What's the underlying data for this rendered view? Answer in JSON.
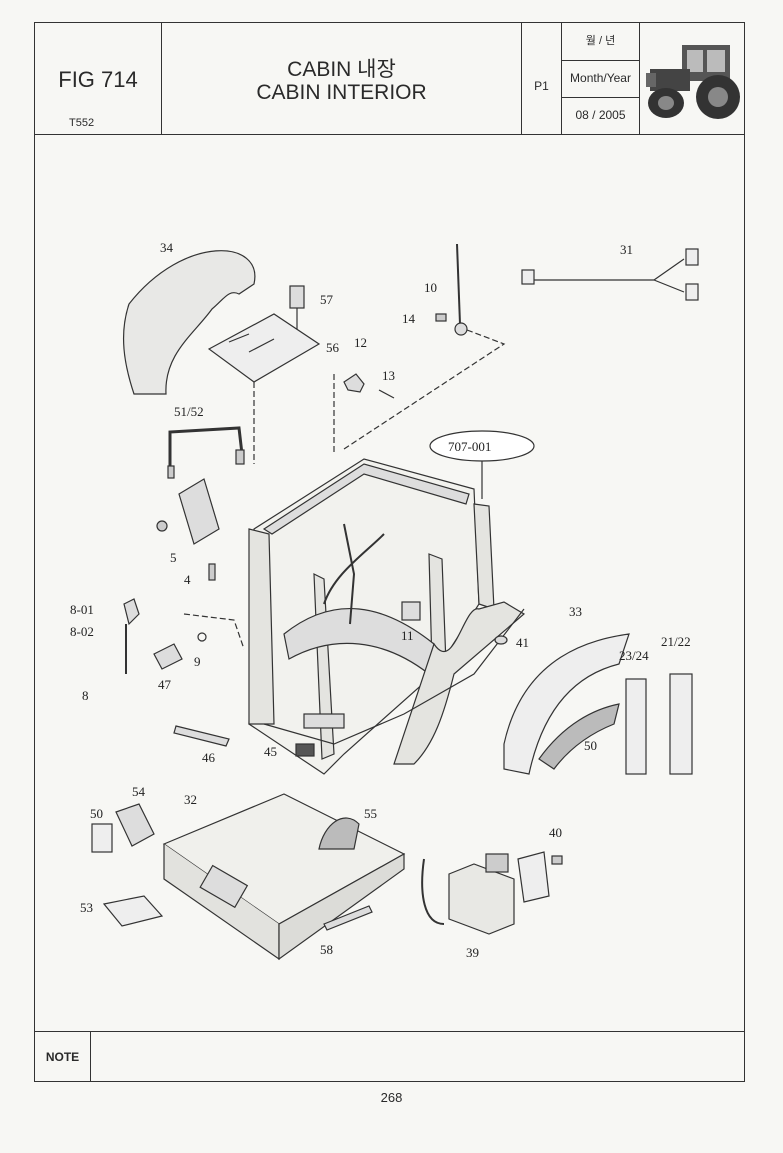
{
  "header": {
    "fig": "FIG 714",
    "model": "T552",
    "title_line1": "CABIN 내장",
    "title_line2": "CABIN INTERIOR",
    "page_code": "P1",
    "date_label_ko": "월 / 년",
    "date_label_en": "Month/Year",
    "date_value": "08 / 2005"
  },
  "callouts": {
    "c34": "34",
    "c57": "57",
    "c56": "56",
    "c10": "10",
    "c14": "14",
    "c12": "12",
    "c13": "13",
    "c31": "31",
    "c51_52": "51/52",
    "c707": "707-001",
    "c5": "5",
    "c4": "4",
    "c8_01": "8-01",
    "c8_02": "8-02",
    "c8": "8",
    "c9": "9",
    "c47": "47",
    "c11": "11",
    "c41": "41",
    "c33": "33",
    "c23_24": "23/24",
    "c21_22": "21/22",
    "c50a": "50",
    "c46": "46",
    "c45": "45",
    "c54": "54",
    "c32": "32",
    "c50b": "50",
    "c55": "55",
    "c40": "40",
    "c53": "53",
    "c58": "58",
    "c39": "39"
  },
  "note_label": "NOTE",
  "page_number": "268"
}
